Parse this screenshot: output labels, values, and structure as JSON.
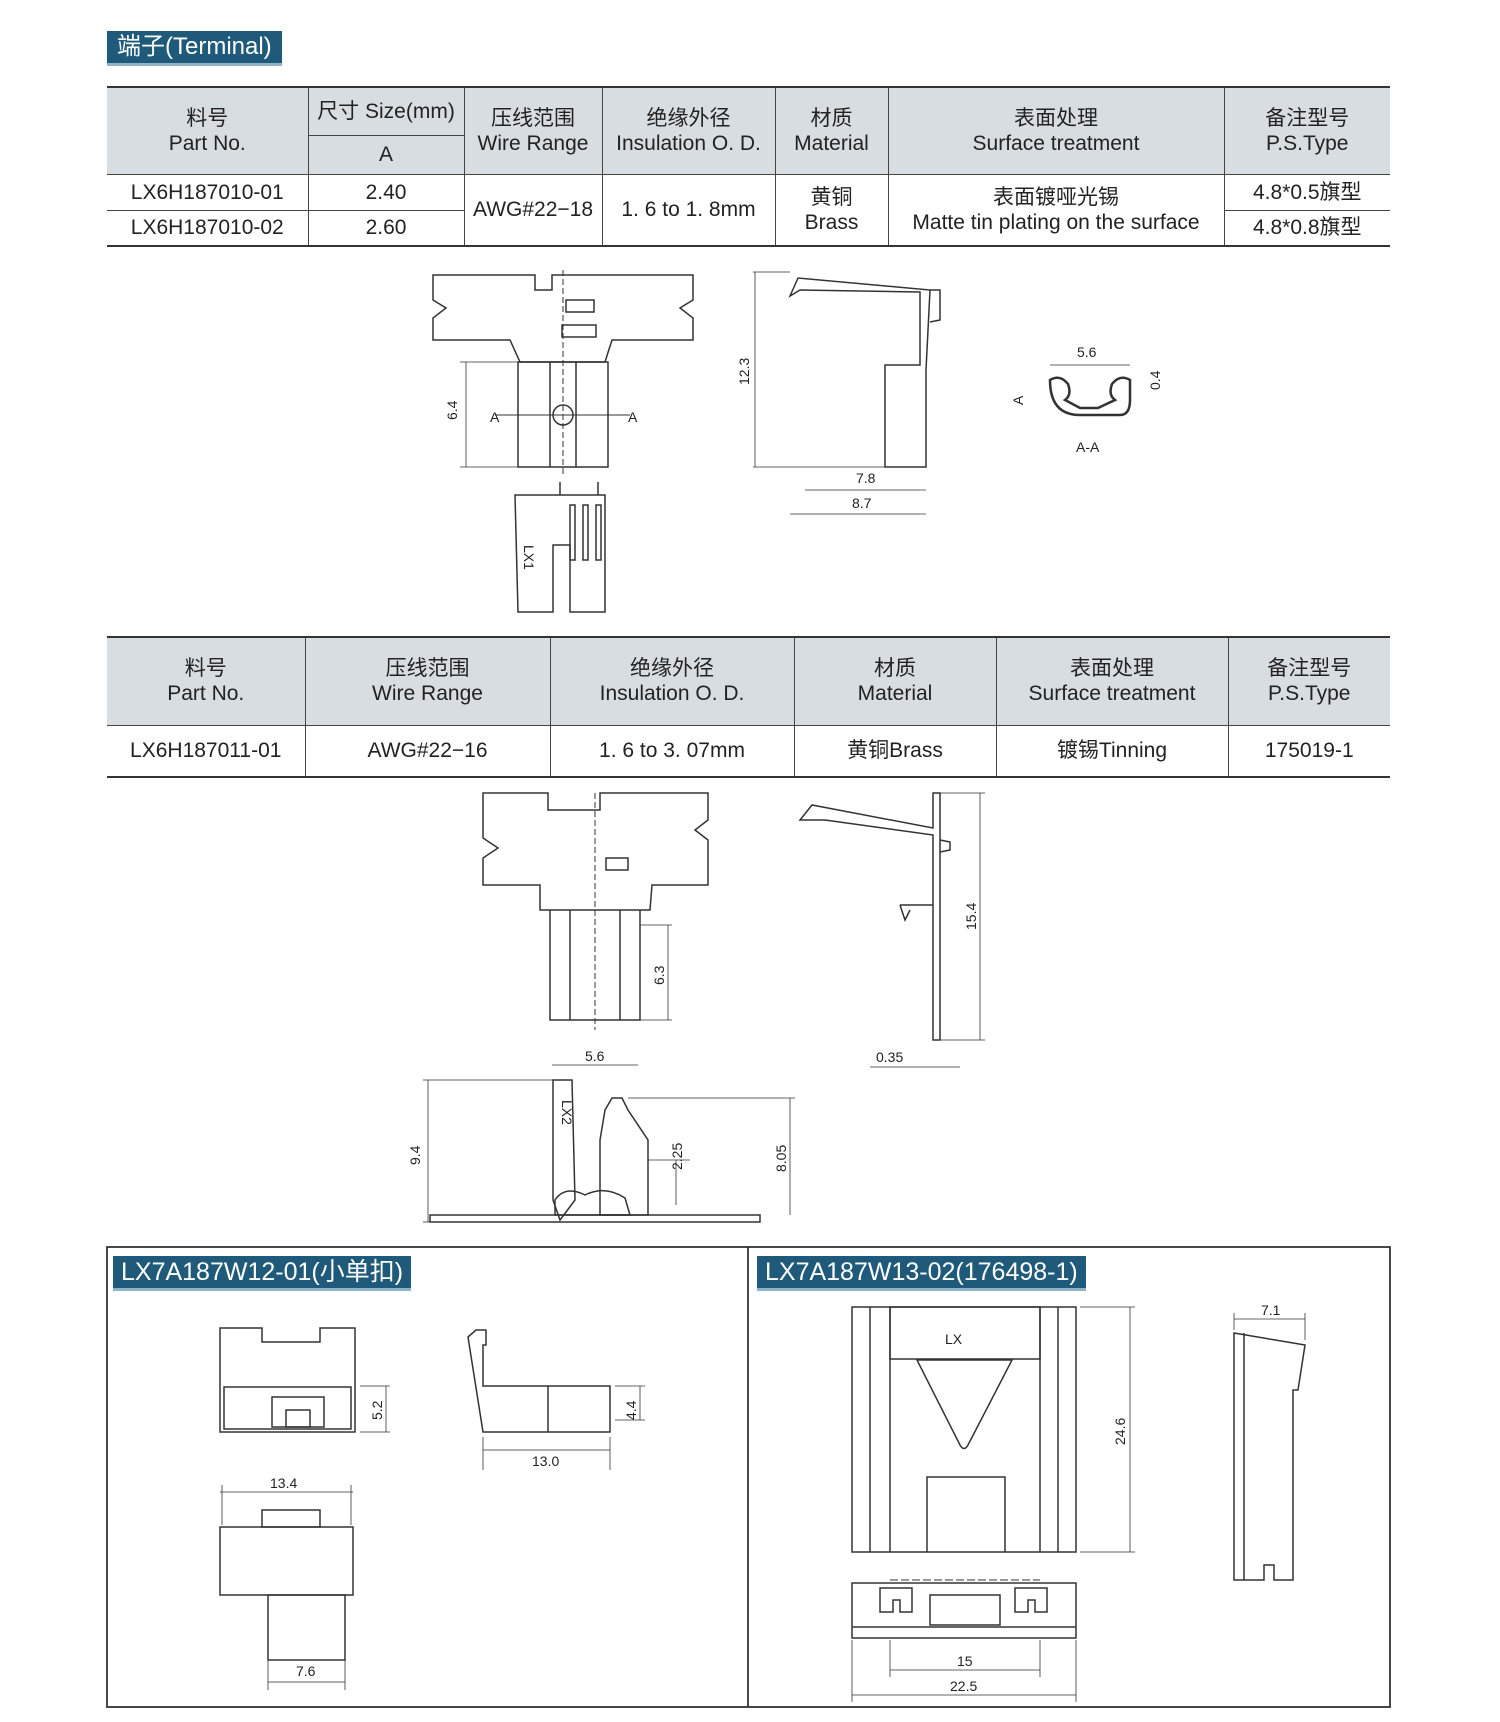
{
  "section_title": "端子(Terminal)",
  "table1": {
    "headers": {
      "part_cn": "料号",
      "part_en": "Part No.",
      "size": "尺寸 Size(mm)",
      "size_sub": "A",
      "wire_cn": "压线范围",
      "wire_en": "Wire Range",
      "ins_cn": "绝缘外径",
      "ins_en": "Insulation O. D.",
      "mat_cn": "材质",
      "mat_en": "Material",
      "surf_cn": "表面处理",
      "surf_en": "Surface treatment",
      "ps_cn": "备注型号",
      "ps_en": "P.S.Type"
    },
    "rows": [
      {
        "part": "LX6H187010-01",
        "size": "2.40",
        "ps": "4.8*0.5旗型"
      },
      {
        "part": "LX6H187010-02",
        "size": "2.60",
        "ps": "4.8*0.8旗型"
      }
    ],
    "wire": "AWG#22−18",
    "ins": "1. 6  to  1. 8mm",
    "mat_cn": "黄铜",
    "mat_en": "Brass",
    "surf_cn": "表面镀哑光锡",
    "surf_en": "Matte tin plating on the surface"
  },
  "drawing1": {
    "dim_64": "6.4",
    "sec_a": "A",
    "label_lx1": "LX1",
    "dim_123": "12.3",
    "dim_78": "7.8",
    "dim_87": "8.7",
    "dim_56": "5.6",
    "dim_04": "0.4",
    "sec_aa": "A-A"
  },
  "table2": {
    "headers": {
      "part_cn": "料号",
      "part_en": "Part No.",
      "wire_cn": "压线范围",
      "wire_en": "Wire Range",
      "ins_cn": "绝缘外径",
      "ins_en": "Insulation O. D.",
      "mat_cn": "材质",
      "mat_en": "Material",
      "surf_cn": "表面处理",
      "surf_en": "Surface treatment",
      "ps_cn": "备注型号",
      "ps_en": "P.S.Type"
    },
    "row": {
      "part": "LX6H187011-01",
      "wire": "AWG#22−16",
      "ins": "1. 6  to  3. 07mm",
      "mat": "黄铜Brass",
      "surf": "镀锡Tinning",
      "ps": "175019-1"
    }
  },
  "drawing2": {
    "dim_63": "6.3",
    "dim_56": "5.6",
    "dim_154": "15.4",
    "dim_035": "0.35",
    "dim_94": "9.4",
    "dim_225": "2.25",
    "dim_805": "8.05",
    "label_lx2": "LX2"
  },
  "panel_left": {
    "title": "LX7A187W12-01(小单扣)",
    "dim_52": "5.2",
    "dim_44": "4.4",
    "dim_130": "13.0",
    "dim_134": "13.4",
    "dim_76": "7.6"
  },
  "panel_right": {
    "title": "LX7A187W13-02(176498-1)",
    "label_lx": "LX",
    "dim_246": "24.6",
    "dim_71": "7.1",
    "dim_15": "15",
    "dim_225": "22.5"
  }
}
